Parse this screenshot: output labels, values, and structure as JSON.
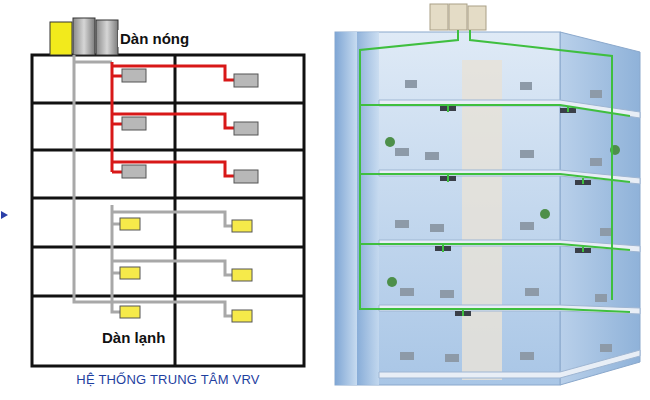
{
  "diagram": {
    "caption": "HỆ THỐNG TRUNG TÂM VRV",
    "labels": [
      "Dàn nóng",
      "Dàn lạnh"
    ]
  }
}
